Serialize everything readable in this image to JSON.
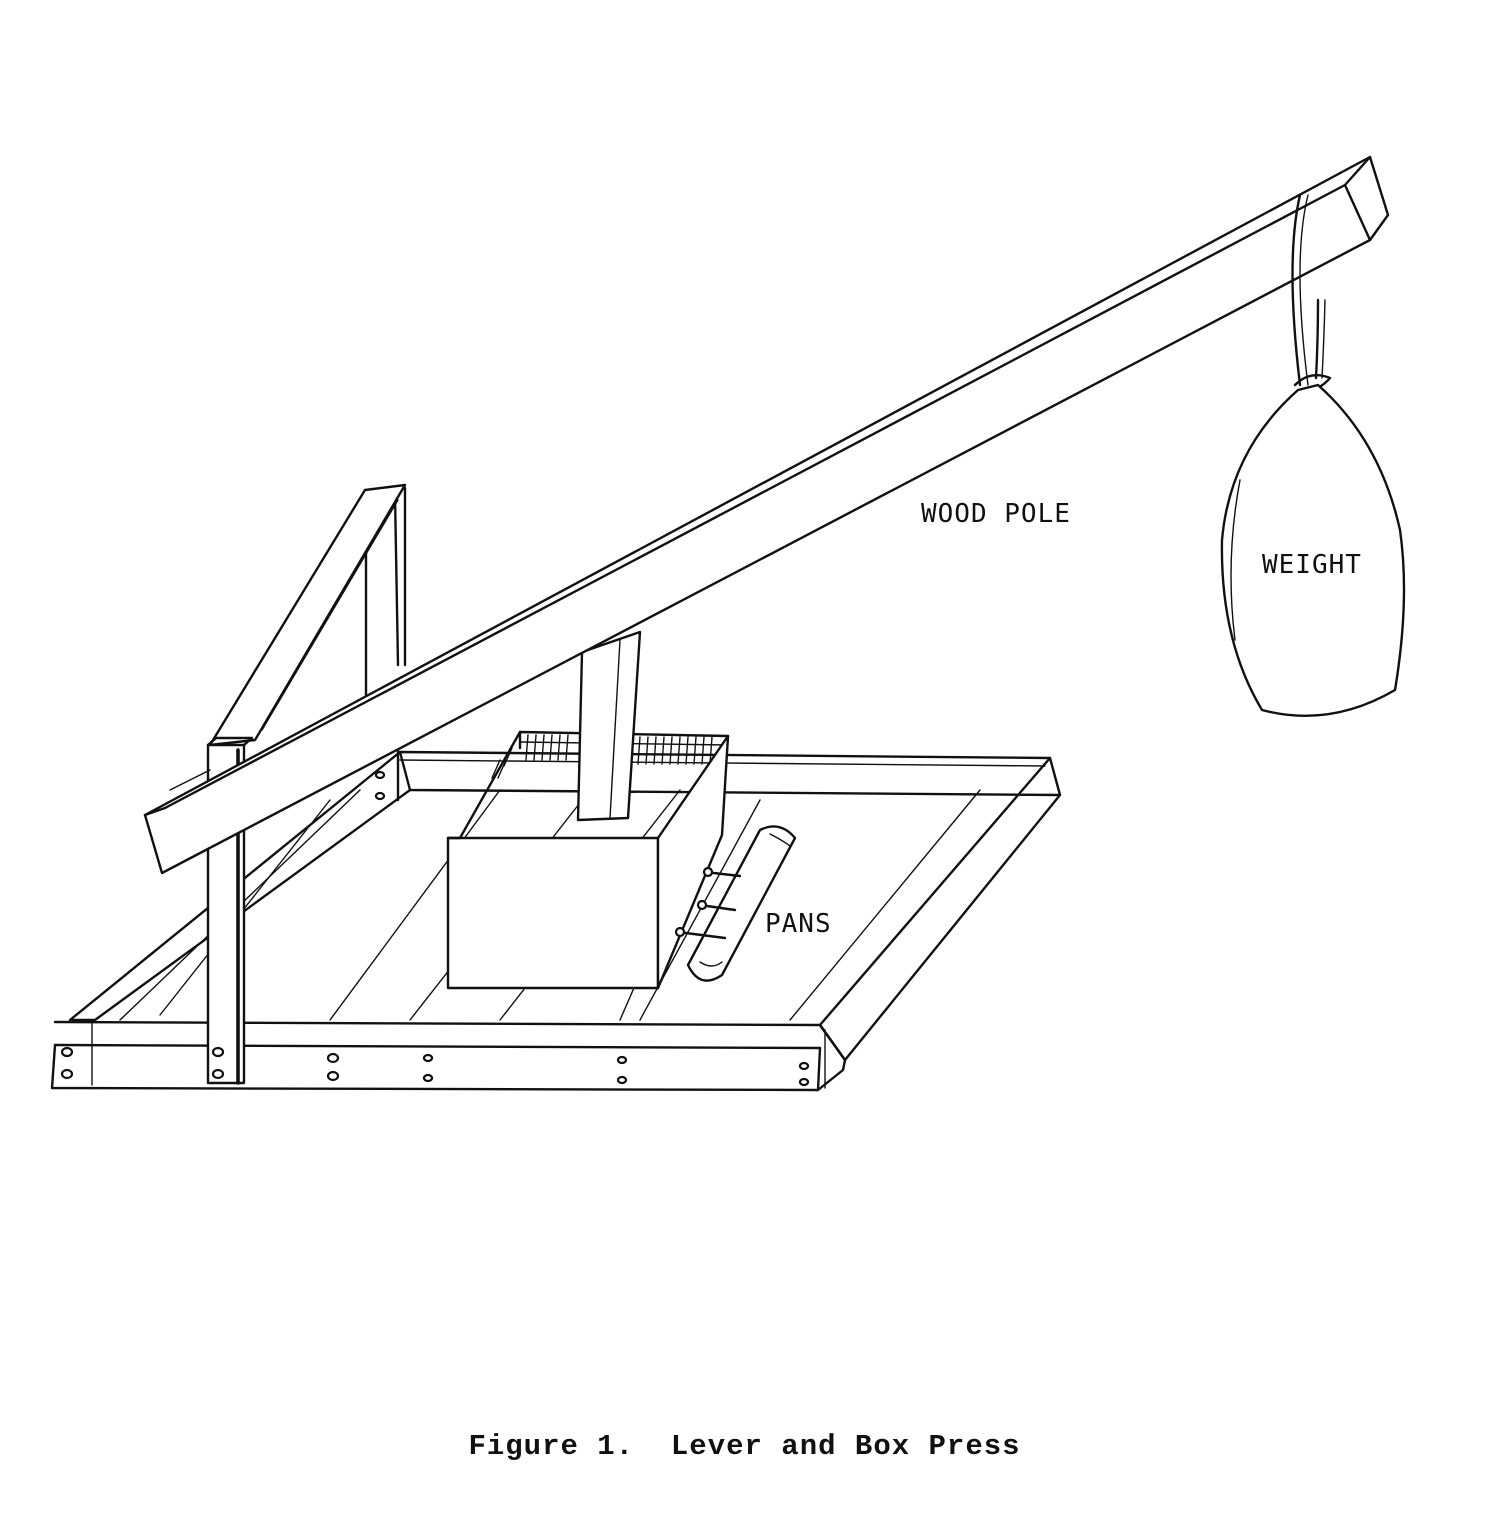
{
  "labels": {
    "wood_pole": "WOOD POLE",
    "weight": "WEIGHT",
    "pans": "PANS"
  },
  "caption": "Figure 1.  Lever and Box Press"
}
